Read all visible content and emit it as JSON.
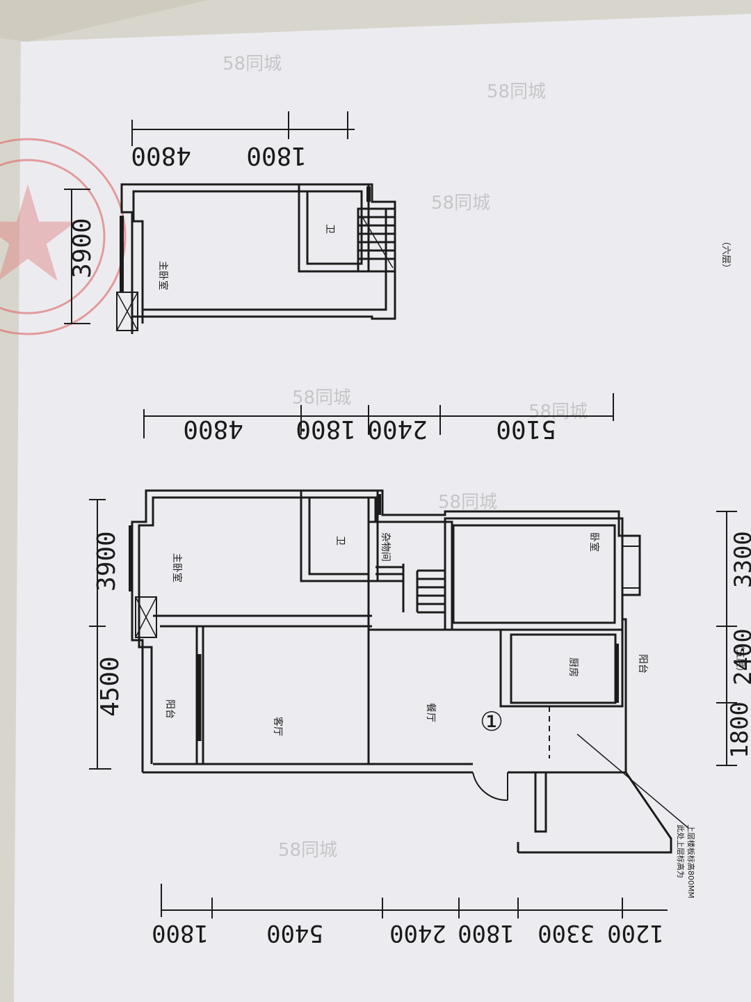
{
  "plan": {
    "lower_floor": {
      "rooms": {
        "master_bedroom": "主卧室",
        "wc": "卫",
        "storage": "杂物间",
        "bedroom": "卧室",
        "balcony_front": "阳台",
        "living_room": "客厅",
        "dining_room": "餐厅",
        "kitchen": "厨房",
        "balcony_kitchen": "阳台"
      },
      "marker": "①",
      "floor_note": "（五层）",
      "annotation": [
        "此处上层标高为",
        "上层楼板标高800MM"
      ],
      "dims_top": [
        "3900",
        "4500"
      ],
      "dims_right": [
        "4800",
        "1800",
        "2400",
        "5100"
      ],
      "dims_bottom": [
        "1800",
        "5400",
        "2400",
        "1800",
        "3300",
        "1200"
      ],
      "dims_left": [
        "1800",
        "2400",
        "3300"
      ]
    },
    "upper_floor": {
      "rooms": {
        "master_bedroom": "主卧室",
        "wc": "卫"
      },
      "floor_note": "（六层）",
      "dims_top": [
        "3900"
      ],
      "dims_right": [
        "4800",
        "1800"
      ]
    },
    "watermark": "58同城"
  },
  "colors": {
    "paper": "#ececf0",
    "ink": "#1b1b1b",
    "stamp": "#e07878"
  }
}
